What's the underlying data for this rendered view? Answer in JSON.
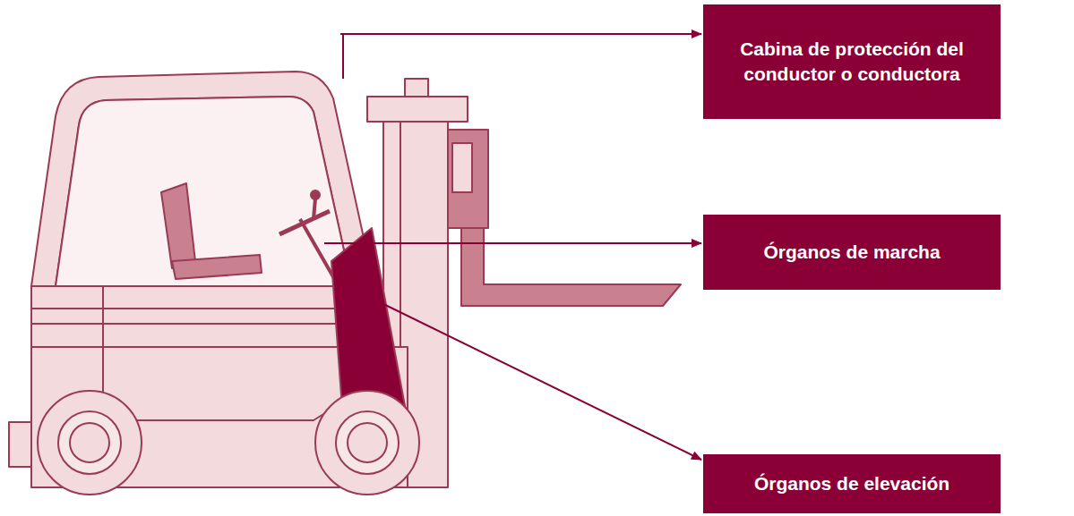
{
  "diagram": {
    "nodes": [
      {
        "text": [
          "Cabina de protección del conductor o conductora"
        ]
      },
      {
        "text": [
          "Órganos de marcha"
        ]
      },
      {
        "text": [
          "Órganos de elevación"
        ]
      }
    ]
  }
}
